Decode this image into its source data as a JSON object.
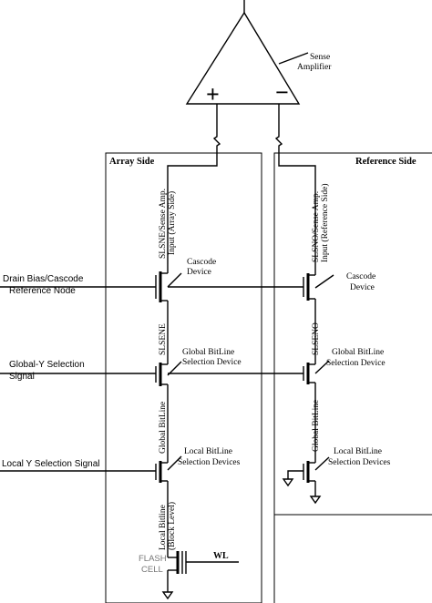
{
  "amplifier": {
    "label_line1": "Sense",
    "label_line2": "Amplifier",
    "plus": "+",
    "minus": "−"
  },
  "array_side": {
    "title": "Array Side",
    "input_label_line1": "SLSNE/Sense Amp.",
    "input_label_line2": "Input (Array Side)",
    "cascode_line1": "Cascode",
    "cascode_line2": "Device",
    "node_label": "SLSENE",
    "global_sel_line1": "Global BitLine",
    "global_sel_line2": "Selection Device",
    "global_bitline": "Global BitLine",
    "local_sel_line1": "Local BitLine",
    "local_sel_line2": "Selection Devices",
    "local_bitline_line1": "Local Bitline",
    "local_bitline_line2": "(Block Level)",
    "flash_line1": "FLASH",
    "flash_line2": "CELL",
    "wl": "WL"
  },
  "reference_side": {
    "title": "Reference Side",
    "input_label_line1": "SLSNO/Sense Amp.",
    "input_label_line2": "Input (Reference Side)",
    "cascode_line1": "Cascode",
    "cascode_line2": "Device",
    "node_label": "SLSENO",
    "global_sel_line1": "Global BitLine",
    "global_sel_line2": "Selection Device",
    "global_bitline": "Global BitLine",
    "local_sel_line1": "Local BitLine",
    "local_sel_line2": "Selection Devices"
  },
  "signals": {
    "drain_bias_line1": "Drain Bias/Cascode",
    "drain_bias_line2": "Reference Node",
    "global_y_line1": "Global-Y Selection",
    "global_y_line2": "Signal",
    "local_y": "Local Y Selection Signal"
  }
}
